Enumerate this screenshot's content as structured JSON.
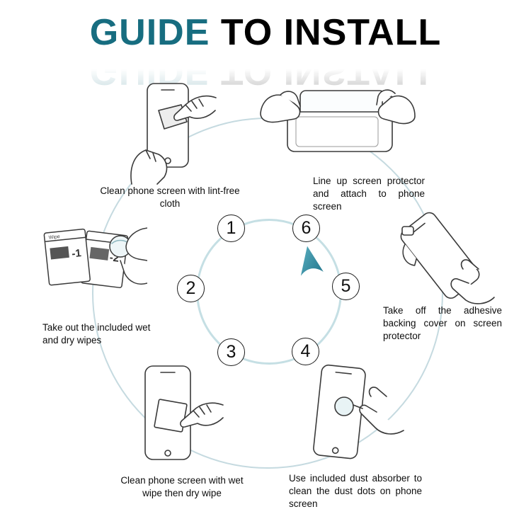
{
  "title": {
    "highlight": "GUIDE",
    "rest": " TO INSTALL"
  },
  "colors": {
    "accent_teal": "#176d80",
    "arrow_teal": "#2f93a8",
    "ring": "#96b6c2"
  },
  "steps": [
    {
      "number": "1",
      "caption": "Clean phone screen with lint-free cloth"
    },
    {
      "number": "2",
      "caption": "Take out the included wet and dry wipes"
    },
    {
      "number": "3",
      "caption": "Clean phone screen with wet wipe then dry wipe"
    },
    {
      "number": "4",
      "caption": "Use included dust absorber to clean the dust dots on phone screen"
    },
    {
      "number": "5",
      "caption": "Take off the adhesive backing cover on screen protector"
    },
    {
      "number": "6",
      "caption": "Line up screen protector and attach to phone screen"
    }
  ],
  "illustrations": {
    "wipe_packet_front_label": "Wipe",
    "wipe_packet_front_number": "-1",
    "wipe_packet_back_number": "-2"
  }
}
